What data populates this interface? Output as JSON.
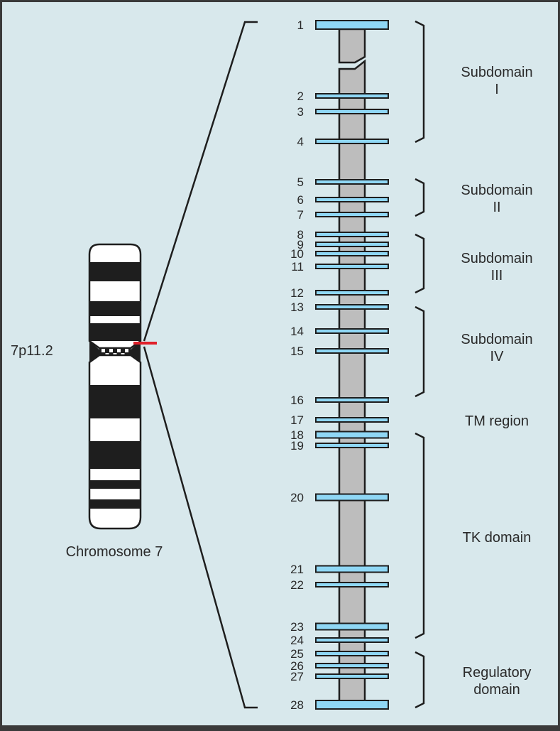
{
  "figure": {
    "colors": {
      "background": "#d8e8ec",
      "frame": "#3a3a3a",
      "exon_fill": "#8fd7f5",
      "exon_stroke": "#1e1e1e",
      "intron_fill": "#bdbdbd",
      "marker": "#e0202a",
      "band_dark": "#1e1e1e",
      "band_light": "#ffffff"
    },
    "chromosome": {
      "name_label": "Chromosome 7",
      "locus_label": "7p11.2"
    },
    "exons": [
      {
        "number": "1",
        "size": "large"
      },
      {
        "number": "2",
        "size": "small"
      },
      {
        "number": "3",
        "size": "small"
      },
      {
        "number": "4",
        "size": "small"
      },
      {
        "number": "5",
        "size": "small"
      },
      {
        "number": "6",
        "size": "small"
      },
      {
        "number": "7",
        "size": "small"
      },
      {
        "number": "8",
        "size": "small"
      },
      {
        "number": "9",
        "size": "small"
      },
      {
        "number": "10",
        "size": "small"
      },
      {
        "number": "11",
        "size": "small"
      },
      {
        "number": "12",
        "size": "small"
      },
      {
        "number": "13",
        "size": "small"
      },
      {
        "number": "14",
        "size": "small"
      },
      {
        "number": "15",
        "size": "small"
      },
      {
        "number": "16",
        "size": "small"
      },
      {
        "number": "17",
        "size": "small"
      },
      {
        "number": "18",
        "size": "medium"
      },
      {
        "number": "19",
        "size": "small"
      },
      {
        "number": "20",
        "size": "medium"
      },
      {
        "number": "21",
        "size": "medium"
      },
      {
        "number": "22",
        "size": "small"
      },
      {
        "number": "23",
        "size": "medium"
      },
      {
        "number": "24",
        "size": "small"
      },
      {
        "number": "25",
        "size": "small"
      },
      {
        "number": "26",
        "size": "small"
      },
      {
        "number": "27",
        "size": "small"
      },
      {
        "number": "28",
        "size": "large"
      }
    ],
    "domains": [
      {
        "line1": "Subdomain",
        "line2": "I",
        "exons": "1-4",
        "bracket": true
      },
      {
        "line1": "Subdomain",
        "line2": "II",
        "exons": "5-7",
        "bracket": true
      },
      {
        "line1": "Subdomain",
        "line2": "III",
        "exons": "8-12",
        "bracket": true
      },
      {
        "line1": "Subdomain",
        "line2": "IV",
        "exons": "13-16",
        "bracket": true
      },
      {
        "line1": "TM region",
        "line2": "",
        "exons": "17",
        "bracket": false
      },
      {
        "line1": "TK domain",
        "line2": "",
        "exons": "18-24",
        "bracket": true
      },
      {
        "line1": "Regulatory",
        "line2": "domain",
        "exons": "25-28",
        "bracket": true
      }
    ]
  }
}
